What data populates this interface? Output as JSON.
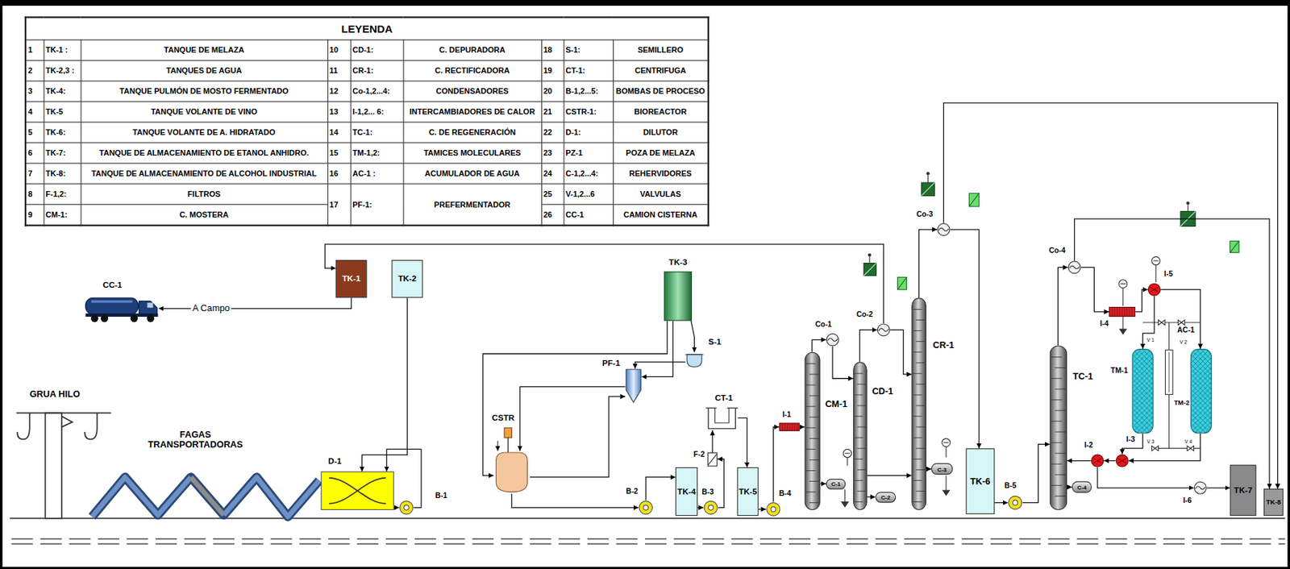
{
  "diagram": {
    "nodes": [
      {
        "text": [
          "CC-1"
        ]
      },
      {
        "text": [
          "TK-1"
        ]
      },
      {
        "text": [
          "TK-2"
        ]
      },
      {
        "text": [
          "D-1"
        ]
      },
      {
        "text": [
          "B-1"
        ]
      },
      {
        "text": [
          "TK-3"
        ]
      },
      {
        "text": [
          "S-1"
        ]
      },
      {
        "text": [
          "PF-1"
        ]
      },
      {
        "text": [
          "CSTR"
        ]
      },
      {
        "text": [
          "B-2"
        ]
      },
      {
        "text": [
          "TK-4"
        ]
      },
      {
        "text": [
          "B-3"
        ]
      },
      {
        "text": [
          "F-2"
        ]
      },
      {
        "text": [
          "CT-1"
        ]
      },
      {
        "text": [
          "TK-5"
        ]
      },
      {
        "text": [
          "B-4"
        ]
      },
      {
        "text": [
          "I-1"
        ]
      },
      {
        "text": [
          "CM-1"
        ]
      },
      {
        "text": [
          "Co-1"
        ]
      },
      {
        "text": [
          "C-1"
        ]
      },
      {
        "text": [
          "CD-1"
        ]
      },
      {
        "text": [
          "Co-2"
        ]
      },
      {
        "text": [
          "C-2"
        ]
      },
      {
        "text": [
          "CR-1"
        ]
      },
      {
        "text": [
          "Co-3"
        ]
      },
      {
        "text": [
          "C-3"
        ]
      },
      {
        "text": [
          "TK-6"
        ]
      },
      {
        "text": [
          "B-5"
        ]
      },
      {
        "text": [
          "TC-1"
        ]
      },
      {
        "text": [
          "Co-4"
        ]
      },
      {
        "text": [
          "C-4"
        ]
      },
      {
        "text": [
          "I-4"
        ]
      },
      {
        "text": [
          "I-5"
        ]
      },
      {
        "text": [
          "TM-1"
        ]
      },
      {
        "text": [
          "AC-1"
        ]
      },
      {
        "text": [
          "TM-2"
        ]
      },
      {
        "text": [
          "I-2"
        ]
      },
      {
        "text": [
          "I-3"
        ]
      },
      {
        "text": [
          "I-6"
        ]
      },
      {
        "text": [
          "TK-7"
        ]
      },
      {
        "text": [
          "TK-8"
        ]
      }
    ],
    "edges": [
      {
        "from": 1,
        "to": 0,
        "arrow": "to",
        "label": "A Campo"
      },
      {
        "from": 2,
        "to": 3,
        "arrow": "to"
      },
      {
        "from": 3,
        "to": 4,
        "arrow": "to"
      },
      {
        "from": 4,
        "to": 3,
        "arrow": "to"
      },
      {
        "from": 5,
        "to": 8,
        "arrow": "to"
      },
      {
        "from": 5,
        "to": 7,
        "arrow": "to"
      },
      {
        "from": 5,
        "to": 6,
        "arrow": "to"
      },
      {
        "from": 6,
        "to": 7,
        "arrow": "to"
      },
      {
        "from": 7,
        "to": 8,
        "arrow": "to"
      },
      {
        "from": 8,
        "to": 7,
        "arrow": "to"
      },
      {
        "from": 8,
        "to": 9,
        "arrow": "to"
      },
      {
        "from": 9,
        "to": 10,
        "arrow": "to"
      },
      {
        "from": 10,
        "to": 11,
        "arrow": "to"
      },
      {
        "from": 11,
        "to": 12,
        "arrow": "to"
      },
      {
        "from": 12,
        "to": 13,
        "arrow": "to"
      },
      {
        "from": 13,
        "to": 14,
        "arrow": "to"
      },
      {
        "from": 14,
        "to": 15,
        "arrow": "to"
      },
      {
        "from": 15,
        "to": 16,
        "arrow": "to"
      },
      {
        "from": 16,
        "to": 17,
        "arrow": "to"
      },
      {
        "from": 17,
        "to": 18,
        "arrow": "to"
      },
      {
        "from": 18,
        "to": 20,
        "arrow": "to"
      },
      {
        "from": 17,
        "to": 19,
        "arrow": "to"
      },
      {
        "from": 20,
        "to": 21,
        "arrow": "to"
      },
      {
        "from": 21,
        "to": 23,
        "arrow": "to"
      },
      {
        "from": 21,
        "to": 1,
        "arrow": "to"
      },
      {
        "from": 20,
        "to": 22,
        "arrow": "to"
      },
      {
        "from": 20,
        "to": 23,
        "arrow": "to"
      },
      {
        "from": 23,
        "to": 24,
        "arrow": "to"
      },
      {
        "from": 24,
        "to": 26,
        "arrow": "to"
      },
      {
        "from": 24,
        "to": 40,
        "arrow": "to"
      },
      {
        "from": 23,
        "to": 25,
        "arrow": "to"
      },
      {
        "from": 26,
        "to": 27,
        "arrow": "to"
      },
      {
        "from": 27,
        "to": 28,
        "arrow": "to"
      },
      {
        "from": 28,
        "to": 29,
        "arrow": "to"
      },
      {
        "from": 29,
        "to": 40,
        "arrow": "to"
      },
      {
        "from": 29,
        "to": 31,
        "arrow": "to"
      },
      {
        "from": 31,
        "to": 32,
        "arrow": "to"
      },
      {
        "from": 32,
        "to": 33,
        "arrow": "to"
      },
      {
        "from": 32,
        "to": 35,
        "arrow": "to"
      },
      {
        "from": 33,
        "to": 37,
        "arrow": "to"
      },
      {
        "from": 35,
        "to": 37,
        "arrow": "to"
      },
      {
        "from": 37,
        "to": 36,
        "arrow": "to"
      },
      {
        "from": 36,
        "to": 28,
        "arrow": "to"
      },
      {
        "from": 36,
        "to": 38,
        "arrow": "to"
      },
      {
        "from": 38,
        "to": 39,
        "arrow": "to"
      },
      {
        "from": 28,
        "to": 30,
        "arrow": "to"
      }
    ],
    "labels": [
      "LEYENDA",
      "1",
      "TK-1 :",
      "TANQUE DE MELAZA",
      "10",
      "CD-1:",
      "C. DEPURADORA",
      "18",
      "S-1:",
      "SEMILLERO",
      "2",
      "TK-2,3 :",
      "TANQUES DE AGUA",
      "11",
      "CR-1:",
      "C. RECTIFICADORA",
      "19",
      "CT-1:",
      "CENTRIFUGA",
      "3",
      "TK-4:",
      "TANQUE PULMÓN DE MOSTO FERMENTADO",
      "12",
      "Co-1,2...4:",
      "CONDENSADORES",
      "20",
      "B-1,2...5:",
      "BOMBAS DE PROCESO",
      "4",
      "TK-5",
      "TANQUE VOLANTE DE VINO",
      "13",
      "I-1,2... 6:",
      "INTERCAMBIADORES DE CALOR",
      "21",
      "CSTR-1:",
      "BIOREACTOR",
      "5",
      "TK-6:",
      "TANQUE VOLANTE DE A. HIDRATADO",
      "14",
      "TC-1:",
      "C. DE REGENERACIÓN",
      "22",
      "D-1:",
      "DILUTOR",
      "6",
      "TK-7:",
      "TANQUE DE ALMACENAMIENTO DE ETANOL ANHIDRO.",
      "15",
      "TM-1,2:",
      "TAMICES MOLECULARES",
      "23",
      "PZ-1",
      "POZA DE MELAZA",
      "7",
      "TK-8:",
      "TANQUE DE ALMACENAMIENTO DE ALCOHOL INDUSTRIAL",
      "16",
      "AC-1 :",
      "ACUMULADOR DE AGUA",
      "24",
      "C-1,2...4:",
      "REHERVIDORES",
      "8",
      "F-1,2:",
      "FILTROS",
      "17",
      "PF-1:",
      "PREFERMENTADOR",
      "25",
      "V-1,2...6",
      "VALVULAS",
      "9",
      "CM-1:",
      "C. MOSTERA",
      "26",
      "CC-1",
      "CAMION CISTERNA",
      "GRUA HILO",
      "FAGAS TRANSPORTADORAS",
      "V 1",
      "V 2",
      "V 3",
      "V 4"
    ]
  }
}
